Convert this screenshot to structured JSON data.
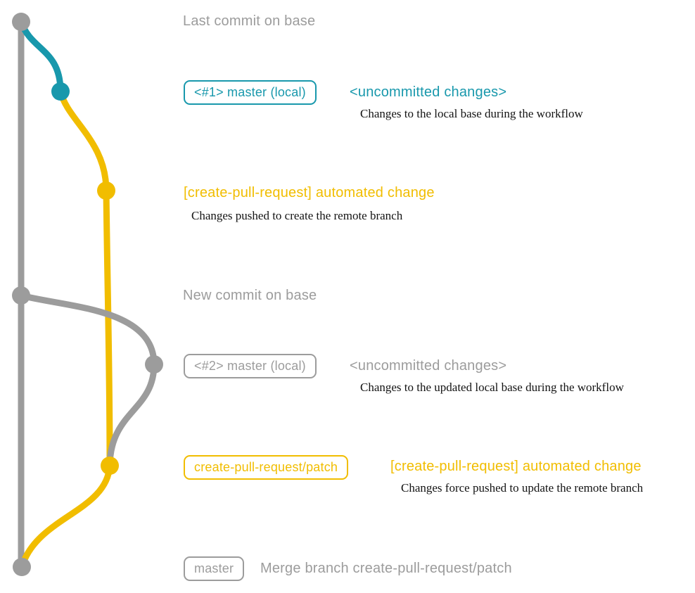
{
  "colors": {
    "gray": "#9c9c9c",
    "teal": "#1898ac",
    "yellow": "#f1bd00",
    "desc_text": "#131313"
  },
  "graph": {
    "branches": [
      {
        "name": "base",
        "color_key": "gray"
      },
      {
        "name": "master (local)",
        "color_key": "teal"
      },
      {
        "name": "create-pull-request/patch",
        "color_key": "yellow"
      }
    ],
    "commits": [
      {
        "id": "last-commit-on-base",
        "branch": "base",
        "color_key": "gray"
      },
      {
        "id": "master-local-1",
        "branch": "master (local)",
        "color_key": "teal"
      },
      {
        "id": "automated-change-1",
        "branch": "create-pull-request/patch",
        "color_key": "yellow"
      },
      {
        "id": "new-commit-on-base",
        "branch": "base",
        "color_key": "gray"
      },
      {
        "id": "master-local-2",
        "branch": "master (local)",
        "color_key": "gray"
      },
      {
        "id": "automated-change-2",
        "branch": "create-pull-request/patch",
        "color_key": "yellow"
      },
      {
        "id": "merge-on-master",
        "branch": "base",
        "color_key": "gray"
      }
    ]
  },
  "annotations": {
    "last_commit_label": "Last commit on base",
    "master_local_1": {
      "pill": "<#1> master (local)",
      "status": "<uncommitted changes>",
      "desc": "Changes to the local base during the workflow"
    },
    "automated_change_1": {
      "title": "[create-pull-request] automated change",
      "desc": "Changes pushed to create the remote branch"
    },
    "new_commit_label": "New commit on base",
    "master_local_2": {
      "pill": "<#2> master (local)",
      "status": "<uncommitted changes>",
      "desc": "Changes to the updated local base during the workflow"
    },
    "automated_change_2": {
      "pill": "create-pull-request/patch",
      "title": "[create-pull-request] automated change",
      "desc": "Changes force pushed to update the remote branch"
    },
    "merge": {
      "pill": "master",
      "title": "Merge branch create-pull-request/patch"
    }
  }
}
